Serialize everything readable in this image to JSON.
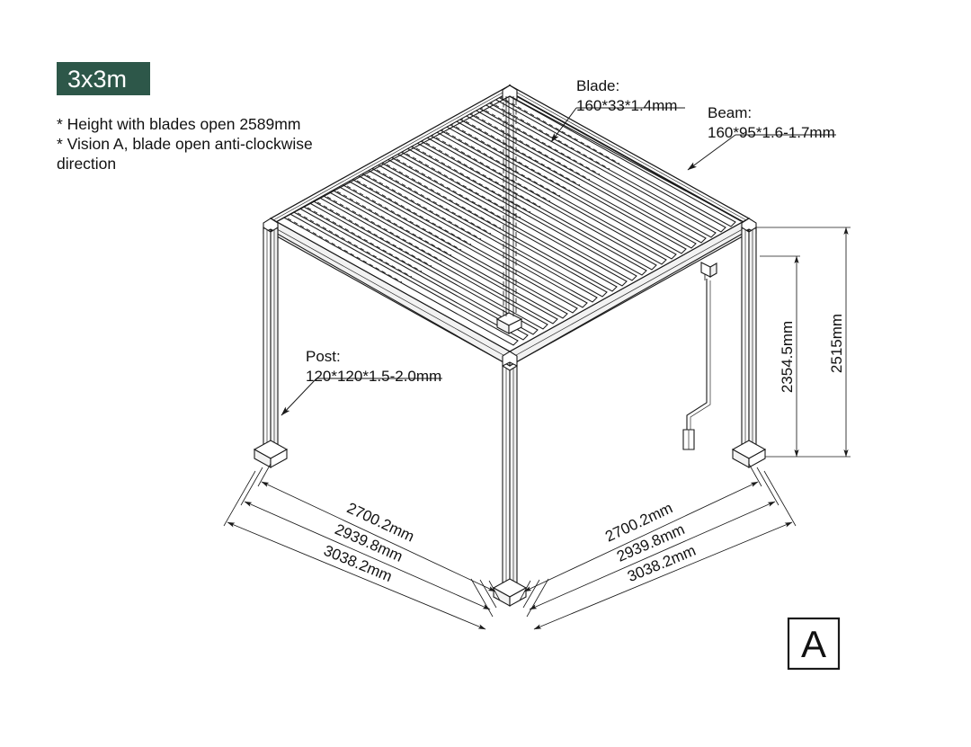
{
  "badge": {
    "label": "3x3m",
    "bg_color": "#2d5749",
    "text_color": "#ffffff"
  },
  "notes": [
    "* Height with blades open 2589mm",
    "* Vision A, blade open anti-clockwise",
    "   direction"
  ],
  "callouts": {
    "blade": {
      "title": "Blade:",
      "spec": "160*33*1.4mm"
    },
    "beam": {
      "title": "Beam:",
      "spec": "160*95*1.6-1.7mm"
    },
    "post": {
      "title": "Post:",
      "spec": "120*120*1.5-2.0mm"
    }
  },
  "dimensions": {
    "vertical": [
      {
        "name": "under-beam-height",
        "value": "2354.5mm"
      },
      {
        "name": "overall-height",
        "value": "2515mm"
      }
    ],
    "left_chain": [
      {
        "name": "left-inner",
        "value": "2700.2mm"
      },
      {
        "name": "left-middle",
        "value": "2939.8mm"
      },
      {
        "name": "left-outer",
        "value": "3038.2mm"
      }
    ],
    "right_chain": [
      {
        "name": "right-inner",
        "value": "2700.2mm"
      },
      {
        "name": "right-middle",
        "value": "2939.8mm"
      },
      {
        "name": "right-outer",
        "value": "3038.2mm"
      }
    ]
  },
  "view_tag": {
    "label": "A"
  },
  "drawing": {
    "type": "isometric-louvered-pergola",
    "blade_count": 24,
    "line_color": "#1a1a1a"
  }
}
